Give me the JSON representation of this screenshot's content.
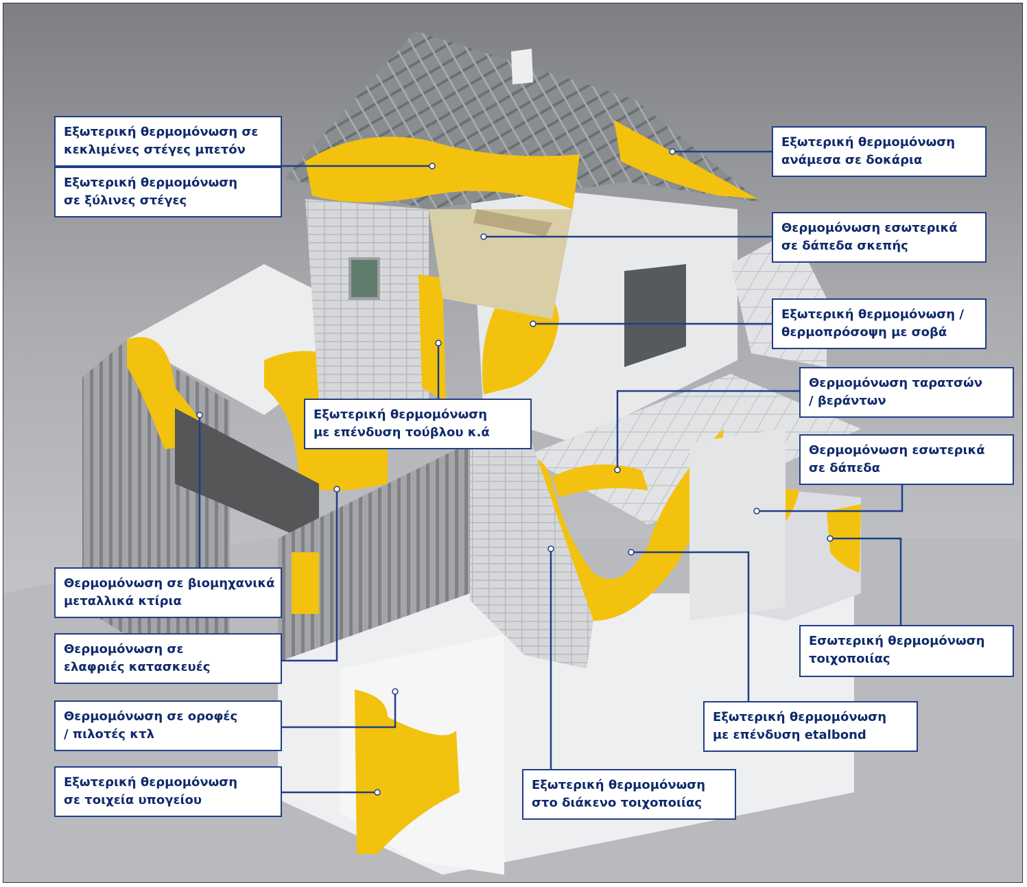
{
  "colors": {
    "accent": "#1f3f86",
    "label_text": "#0f2a6b",
    "insulation": "#f2c20f",
    "wall": "#e6e7e8",
    "roof": "#8f9295"
  },
  "labels": {
    "concrete_roof": {
      "l1": "Εξωτερική θερμομόνωση σε",
      "l2": "κεκλιμένες στέγες μπετόν"
    },
    "wood_roof": {
      "l1": "Εξωτερική θερμομόνωση",
      "l2": "σε ξύλινες στέγες"
    },
    "between_beams": {
      "l1": "Εξωτερική θερμομόνωση",
      "l2": "ανάμεσα σε δοκάρια"
    },
    "attic_floor": {
      "l1": "Θερμομόνωση εσωτερικά",
      "l2": "σε δάπεδα σκεπής"
    },
    "plaster_facade": {
      "l1": "Εξωτερική θερμομόνωση  /",
      "l2": "θερμοπρόσοψη με σοβά"
    },
    "terraces": {
      "l1": "Θερμομόνωση ταρατσών",
      "l2": "/ βεράντων"
    },
    "brick_cladding": {
      "l1": "Εξωτερική θερμομόνωση",
      "l2": "με επένδυση τούβλου κ.ά"
    },
    "interior_floors": {
      "l1": "Θερμομόνωση εσωτερικά",
      "l2": "σε δάπεδα"
    },
    "industrial_metal": {
      "l1": "Θερμομόνωση σε βιομηχανικά",
      "l2": "μεταλλικά κτίρια"
    },
    "light_constructions": {
      "l1": "Θερμομόνωση σε",
      "l2": "ελαφριές κατασκευές"
    },
    "interior_masonry": {
      "l1": "Εσωτερική θερμομόνωση",
      "l2": "τοιχοποιίας"
    },
    "ceilings_pilotis": {
      "l1": "Θερμομόνωση σε οροφές",
      "l2": "/ πιλοτές κτλ"
    },
    "etalbond": {
      "l1": "Εξωτερική θερμομόνωση",
      "l2": "με επένδυση etalbond"
    },
    "basement_walls": {
      "l1": "Εξωτερική θερμομόνωση",
      "l2": "σε τοιχεία υπογείου"
    },
    "cavity_wall": {
      "l1": "Εξωτερική θερμομόνωση",
      "l2": "στο διάκενο τοιχοποιίας"
    }
  }
}
